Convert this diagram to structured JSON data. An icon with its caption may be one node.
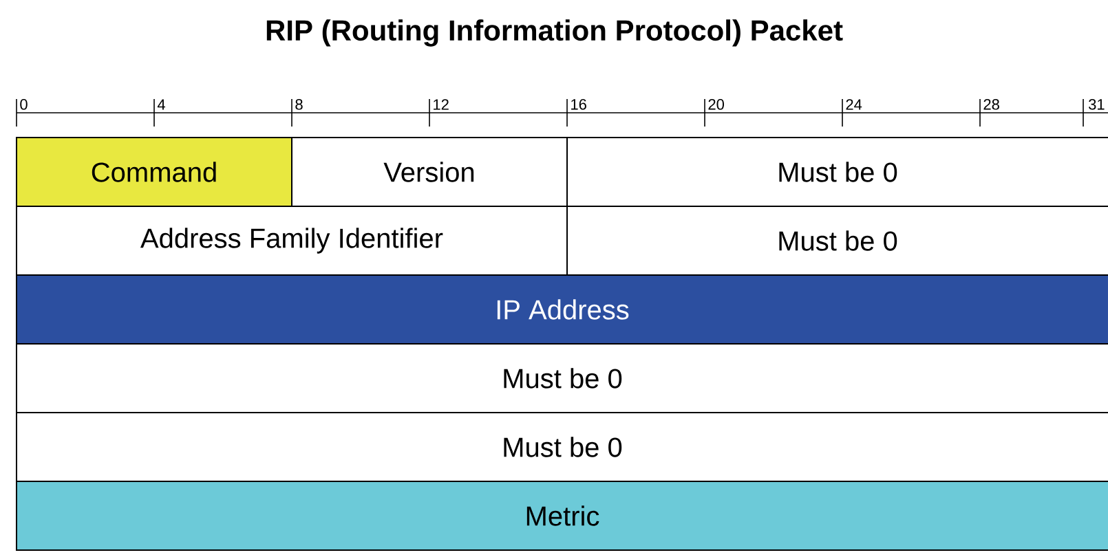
{
  "diagram": {
    "title": "RIP (Routing Information Protocol) Packet",
    "nodes": [
      {
        "text": [
          "Command"
        ]
      },
      {
        "text": [
          "Version"
        ]
      },
      {
        "text": [
          "Must be 0"
        ]
      },
      {
        "text": [
          "Address Family Identifier"
        ]
      },
      {
        "text": [
          "Must be 0"
        ]
      },
      {
        "text": [
          "IP Address"
        ]
      },
      {
        "text": [
          "Must be 0"
        ]
      },
      {
        "text": [
          "Must be 0"
        ]
      },
      {
        "text": [
          "Metric"
        ]
      }
    ],
    "labels": [
      "0",
      "4",
      "8",
      "12",
      "16",
      "20",
      "24",
      "28",
      "31"
    ]
  }
}
